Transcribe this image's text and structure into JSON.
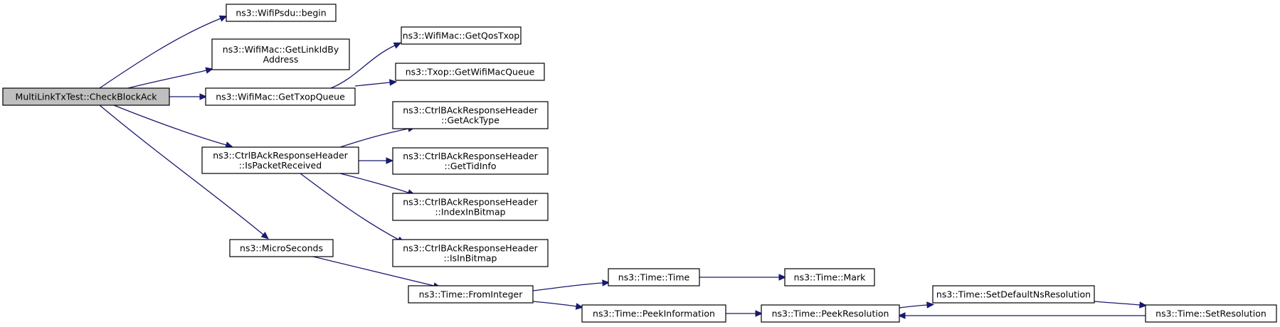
{
  "nodes": [
    {
      "id": "check_block_ack",
      "lines": [
        "MultiLinkTxTest::CheckBlockAck"
      ],
      "root": true
    },
    {
      "id": "wifipsdu_begin",
      "lines": [
        "ns3::WifiPsdu::begin"
      ]
    },
    {
      "id": "getlinkidbyaddress",
      "lines": [
        "ns3::WifiMac::GetLinkIdBy",
        "Address"
      ]
    },
    {
      "id": "gettxopqueue",
      "lines": [
        "ns3::WifiMac::GetTxopQueue"
      ]
    },
    {
      "id": "ispacketreceived",
      "lines": [
        "ns3::CtrlBAckResponseHeader",
        "::IsPacketReceived"
      ]
    },
    {
      "id": "microseconds",
      "lines": [
        "ns3::MicroSeconds"
      ]
    },
    {
      "id": "getqostxop",
      "lines": [
        "ns3::WifiMac::GetQosTxop"
      ]
    },
    {
      "id": "getwifimacqueue",
      "lines": [
        "ns3::Txop::GetWifiMacQueue"
      ]
    },
    {
      "id": "getacktype",
      "lines": [
        "ns3::CtrlBAckResponseHeader",
        "::GetAckType"
      ]
    },
    {
      "id": "gettidinfo",
      "lines": [
        "ns3::CtrlBAckResponseHeader",
        "::GetTidInfo"
      ]
    },
    {
      "id": "indexinbitmap",
      "lines": [
        "ns3::CtrlBAckResponseHeader",
        "::IndexInBitmap"
      ]
    },
    {
      "id": "isinbitmap",
      "lines": [
        "ns3::CtrlBAckResponseHeader",
        "::IsInBitmap"
      ]
    },
    {
      "id": "frominteger",
      "lines": [
        "ns3::Time::FromInteger"
      ]
    },
    {
      "id": "time_time",
      "lines": [
        "ns3::Time::Time"
      ]
    },
    {
      "id": "peekinformation",
      "lines": [
        "ns3::Time::PeekInformation"
      ]
    },
    {
      "id": "mark",
      "lines": [
        "ns3::Time::Mark"
      ]
    },
    {
      "id": "peekresolution",
      "lines": [
        "ns3::Time::PeekResolution"
      ]
    },
    {
      "id": "setdefaultnsresolution",
      "lines": [
        "ns3::Time::SetDefaultNsResolution"
      ]
    },
    {
      "id": "setresolution",
      "lines": [
        "ns3::Time::SetResolution"
      ]
    }
  ],
  "edges": [
    {
      "from": "check_block_ack",
      "to": "wifipsdu_begin"
    },
    {
      "from": "check_block_ack",
      "to": "getlinkidbyaddress"
    },
    {
      "from": "check_block_ack",
      "to": "gettxopqueue"
    },
    {
      "from": "check_block_ack",
      "to": "ispacketreceived"
    },
    {
      "from": "check_block_ack",
      "to": "microseconds"
    },
    {
      "from": "gettxopqueue",
      "to": "getqostxop"
    },
    {
      "from": "gettxopqueue",
      "to": "getwifimacqueue"
    },
    {
      "from": "ispacketreceived",
      "to": "getacktype"
    },
    {
      "from": "ispacketreceived",
      "to": "gettidinfo"
    },
    {
      "from": "ispacketreceived",
      "to": "indexinbitmap"
    },
    {
      "from": "ispacketreceived",
      "to": "isinbitmap"
    },
    {
      "from": "microseconds",
      "to": "frominteger"
    },
    {
      "from": "frominteger",
      "to": "time_time"
    },
    {
      "from": "frominteger",
      "to": "peekinformation"
    },
    {
      "from": "time_time",
      "to": "mark"
    },
    {
      "from": "peekinformation",
      "to": "peekresolution"
    },
    {
      "from": "peekresolution",
      "to": "setdefaultnsresolution"
    },
    {
      "from": "setdefaultnsresolution",
      "to": "setresolution"
    },
    {
      "from": "setresolution",
      "to": "peekresolution"
    }
  ],
  "colors": {
    "edge": "#191970",
    "root_fill": "#bfbfbf",
    "node_fill": "#ffffff",
    "node_border": "#000000"
  }
}
